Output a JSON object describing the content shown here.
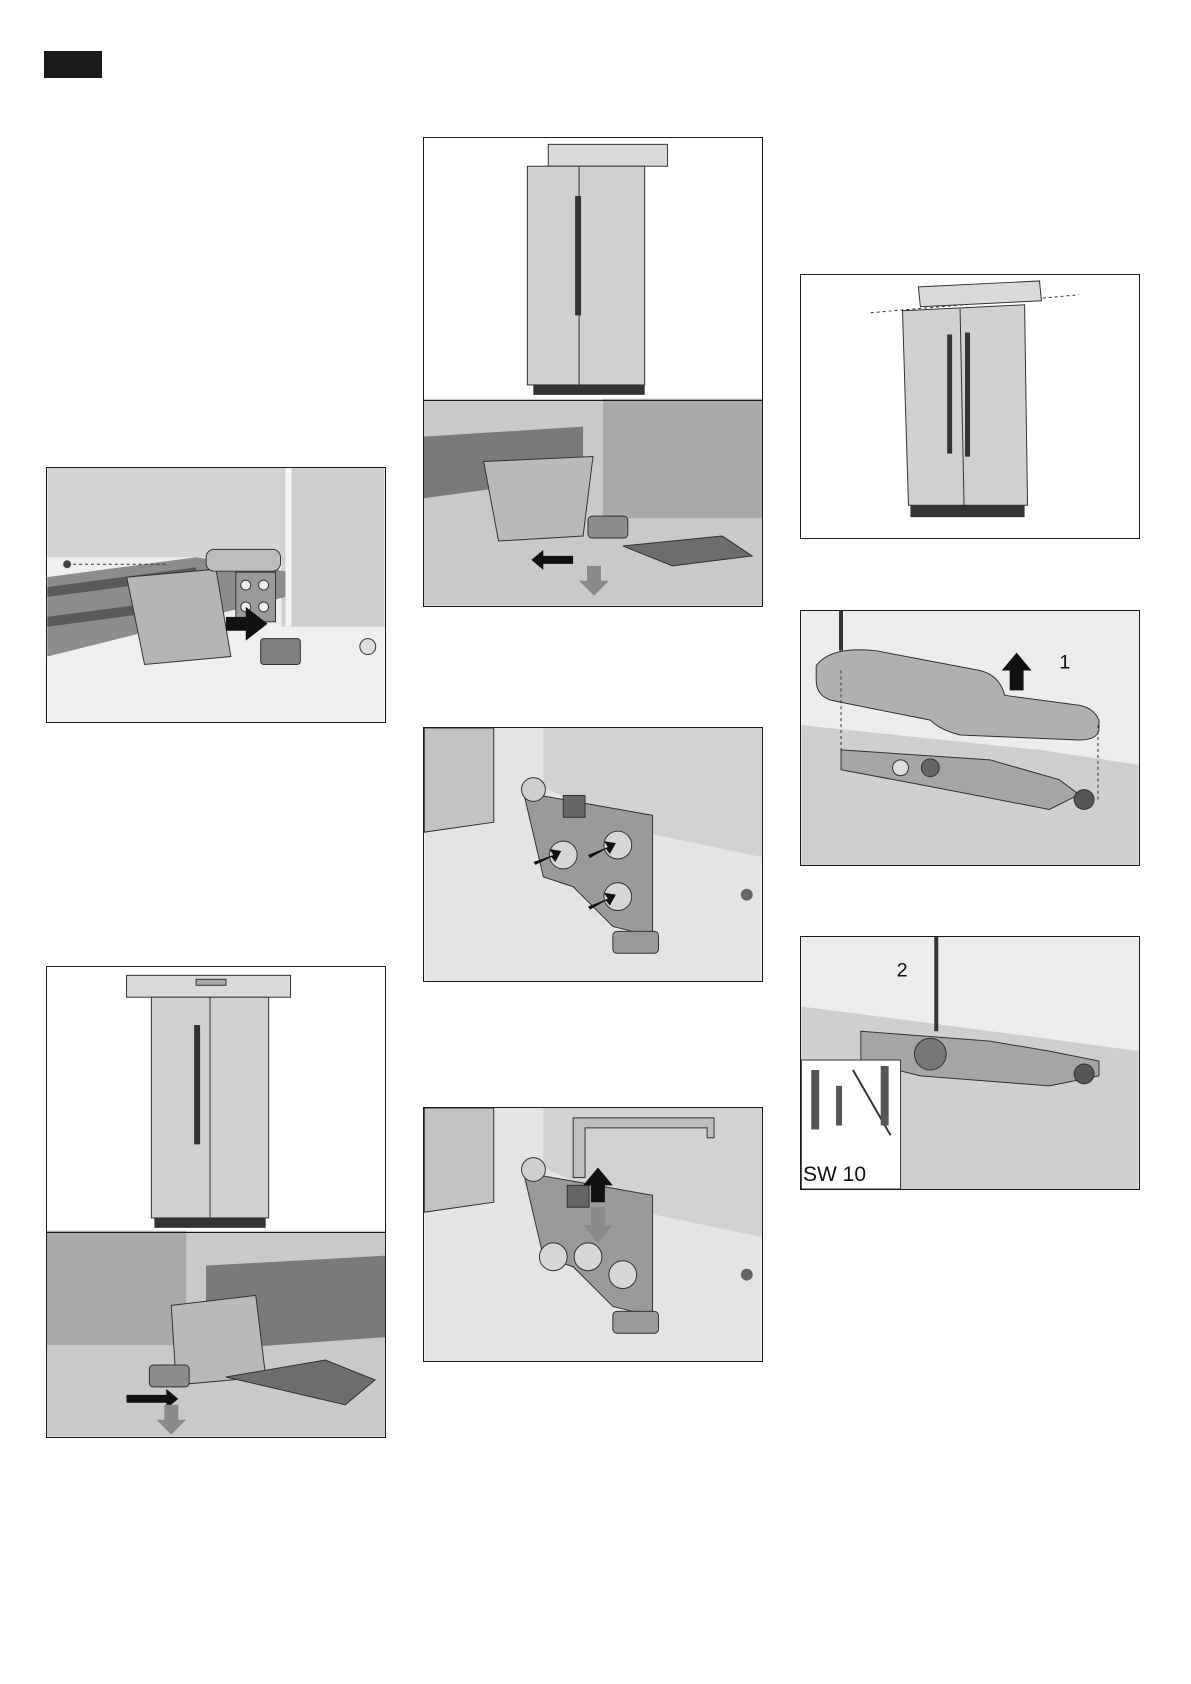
{
  "page": {
    "colors": {
      "frame": "#1a1a1a",
      "appliance": "#d8d8d8",
      "floor": "#e6e6e6",
      "arrow": "#111111",
      "grey_arrow": "#8a8a8a"
    }
  },
  "figures": {
    "plinth_removal": {
      "icon": "plinth-removal-illustration"
    },
    "level_left": {
      "icon": "level-adjust-left-foot-illustration"
    },
    "level_right": {
      "icon": "level-adjust-right-foot-illustration"
    },
    "hinge_screws": {
      "icon": "hinge-screws-illustration"
    },
    "hinge_allen": {
      "icon": "hinge-allen-key-illustration"
    },
    "level_tilt": {
      "icon": "door-alignment-level-illustration"
    },
    "hinge_cover": {
      "icon": "hinge-cover-removal-illustration",
      "callout": "1"
    },
    "hinge_nut": {
      "icon": "hinge-nut-adjust-illustration",
      "callout": "2",
      "tool_label": "SW 10"
    }
  }
}
